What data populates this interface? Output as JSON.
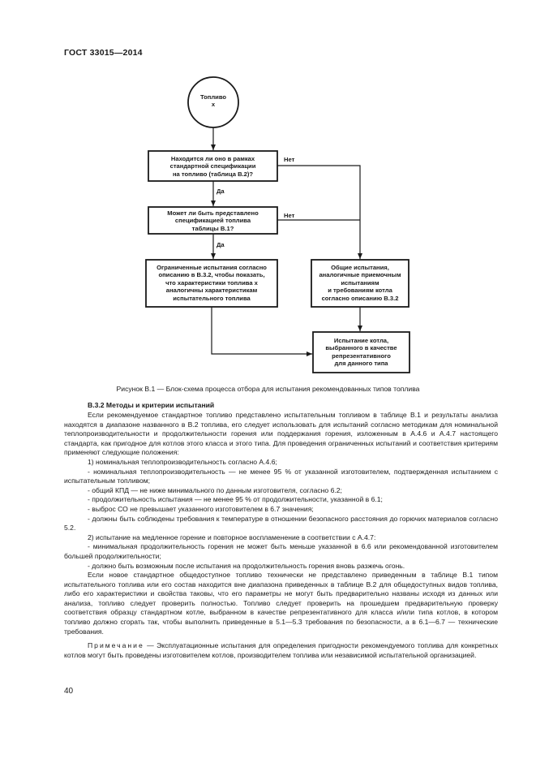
{
  "header": {
    "doc_id": "ГОСТ 33015—2014"
  },
  "flowchart": {
    "start": {
      "label": "Топливо\nx"
    },
    "decision1": {
      "label": "Находится ли оно в рамках\nстандартной спецификации\nна топливо (таблица В.2)?"
    },
    "decision2": {
      "label": "Может ли быть представлено\nспецификацией топлива\nтаблицы В.1?"
    },
    "box_limited": {
      "label": "Ограниченные испытания согласно\nописанию в В.3.2, чтобы показать,\nчто характеристики топлива x\nаналогичны характеристикам\nиспытательного топлива"
    },
    "box_general": {
      "label": "Общие испытания,\nаналогичные приемочным\nиспытаниям\nи требованиям котла\nсогласно описанию В.3.2"
    },
    "box_test": {
      "label": "Испытание котла,\nвыбранного в качестве\nрепрезентативного\nдля данного типа"
    },
    "yes1": "Да",
    "yes2": "Да",
    "no1": "Нет",
    "no2": "Нет"
  },
  "caption": "Рисунок В.1 — Блок-схема процесса отбора для испытания рекомендованных типов топлива",
  "section": {
    "title": "В.3.2 Методы и критерии испытаний",
    "paragraphs": [
      "Если рекомендуемое стандартное топливо представлено испытательным топливом в таблице В.1 и результаты анализа находятся в диапазоне названного в В.2 топлива, его следует использовать для испытаний согласно методикам для номинальной теплопроизводительности и продолжительности горения или поддержания горения, изложенным в А.4.6 и А.4.7 настоящего стандарта, как пригодное для котлов этого класса и этого типа. Для проведения ограниченных испытаний и соответствия критериям применяют следующие положения:",
      "1) номинальная теплопроизводительность согласно А.4.6;",
      "- номинальная теплопроизводительность — не менее 95 % от указанной изготовителем, подтвержденная испытанием с испытательным топливом;",
      "- общий КПД — не ниже минимального по данным изготовителя, согласно 6.2;",
      "- продолжительность испытания — не менее 95 % от продолжительности, указанной в 6.1;",
      "- выброс СО не превышает указанного изготовителем в 6.7 значения;",
      "- должны быть соблюдены требования к температуре в отношении безопасного расстояния до горючих материалов согласно 5.2.",
      "2) испытание на медленное горение и повторное воспламенение в соответствии с А.4.7:",
      "- минимальная продолжительность горения не может быть меньше указанной в  6.6 или рекомендованной изготовителем большей продолжительности;",
      "- должно быть возможным после испытания на продолжительность горения вновь разжечь огонь.",
      "Если новое стандартное общедоступное топливо технически не представлено приведенным в таблице В.1 типом испытательного топлива или его состав находится вне диапазона приведенных в таблице В.2 для общедоступных видов топлива, либо его характеристики и свойства таковы, что его параметры не могут быть предварительно названы исходя из данных или анализа, топливо следует проверить полностью. Топливо следует проверить на прошедшем предварительную проверку соответствия образцу стандартном котле, выбранном в качестве репрезентативного для класса и/или типа котлов, в котором топливо должно сгорать так, чтобы выполнить приведенные в 5.1—5.3 требования по безопасности, а в 6.1—6.7 — технические требования."
    ],
    "note_label": "Примечание",
    "note_text": " — Эксплуатационные испытания для определения пригодности  рекомендуемого топлива для конкретных котлов могут быть проведены  изготовителем котлов, производителем топлива или независимой испытательной организацией."
  },
  "page_number": "40"
}
